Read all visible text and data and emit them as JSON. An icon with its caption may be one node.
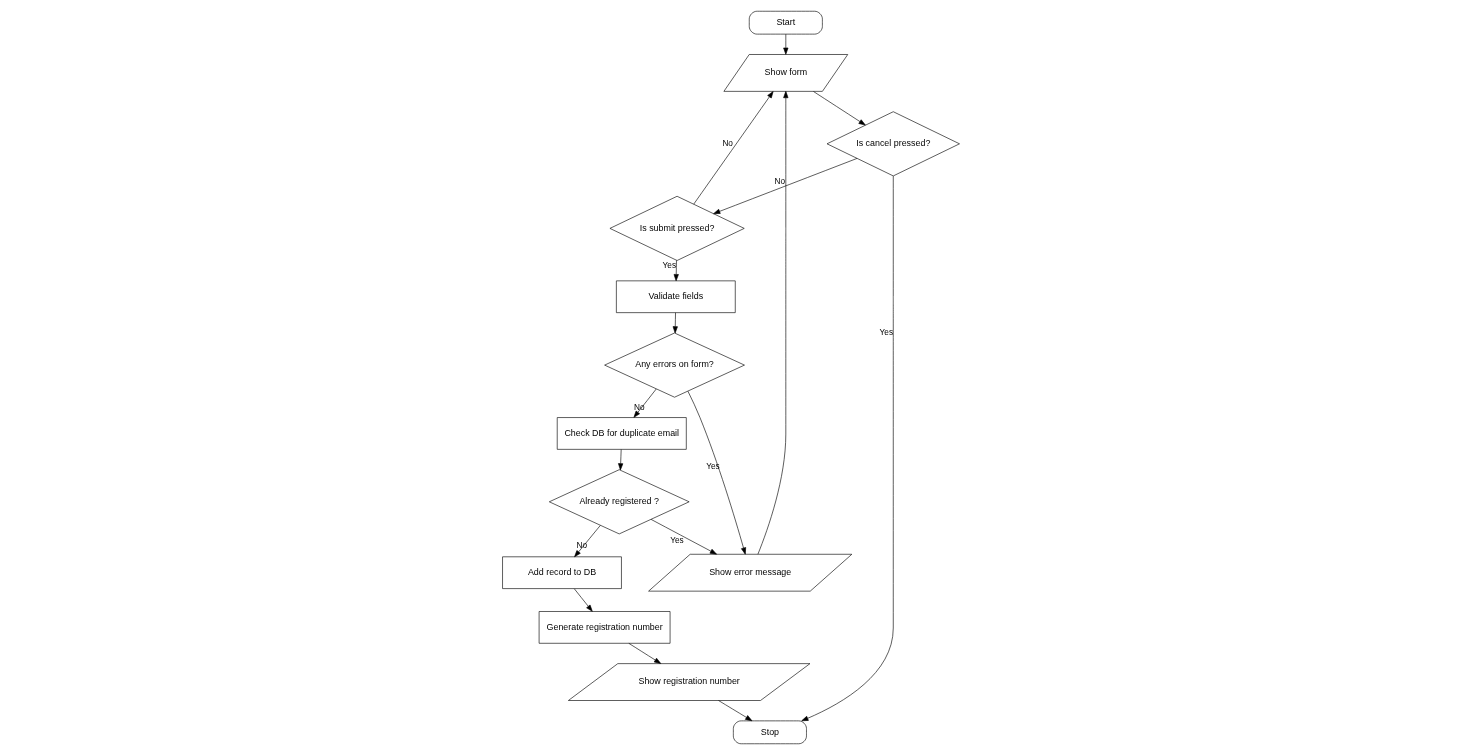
{
  "diagram": {
    "nodes": [
      {
        "text": [
          "Start"
        ]
      },
      {
        "text": [
          "Show form"
        ]
      },
      {
        "text": [
          "Is cancel pressed?"
        ]
      },
      {
        "text": [
          "Is submit pressed?"
        ]
      },
      {
        "text": [
          "Validate fields"
        ]
      },
      {
        "text": [
          "Any errors on form?"
        ]
      },
      {
        "text": [
          "Show error message"
        ]
      },
      {
        "text": [
          "Check DB for duplicate email"
        ]
      },
      {
        "text": [
          "Already registered ?"
        ]
      },
      {
        "text": [
          "Add record to DB"
        ]
      },
      {
        "text": [
          "Generate registration number"
        ]
      },
      {
        "text": [
          "Show registration number"
        ]
      },
      {
        "text": [
          "Stop"
        ]
      }
    ],
    "edges": [
      {
        "from": 0,
        "to": 1,
        "arrow": "to"
      },
      {
        "from": 1,
        "to": 2,
        "arrow": "to"
      },
      {
        "from": 2,
        "to": 3,
        "arrow": "to",
        "label": "No"
      },
      {
        "from": 2,
        "to": 12,
        "arrow": "to",
        "label": "Yes"
      },
      {
        "from": 3,
        "to": 1,
        "arrow": "to",
        "label": "No"
      },
      {
        "from": 3,
        "to": 4,
        "arrow": "to",
        "label": "Yes"
      },
      {
        "from": 4,
        "to": 5,
        "arrow": "to"
      },
      {
        "from": 5,
        "to": 6,
        "arrow": "to",
        "label": "Yes"
      },
      {
        "from": 5,
        "to": 7,
        "arrow": "to",
        "label": "No"
      },
      {
        "from": 6,
        "to": 1,
        "arrow": "to"
      },
      {
        "from": 7,
        "to": 8,
        "arrow": "to"
      },
      {
        "from": 8,
        "to": 6,
        "arrow": "to",
        "label": "Yes"
      },
      {
        "from": 8,
        "to": 9,
        "arrow": "to",
        "label": "No"
      },
      {
        "from": 9,
        "to": 10,
        "arrow": "to"
      },
      {
        "from": 10,
        "to": 11,
        "arrow": "to"
      },
      {
        "from": 11,
        "to": 12,
        "arrow": "to"
      }
    ]
  }
}
